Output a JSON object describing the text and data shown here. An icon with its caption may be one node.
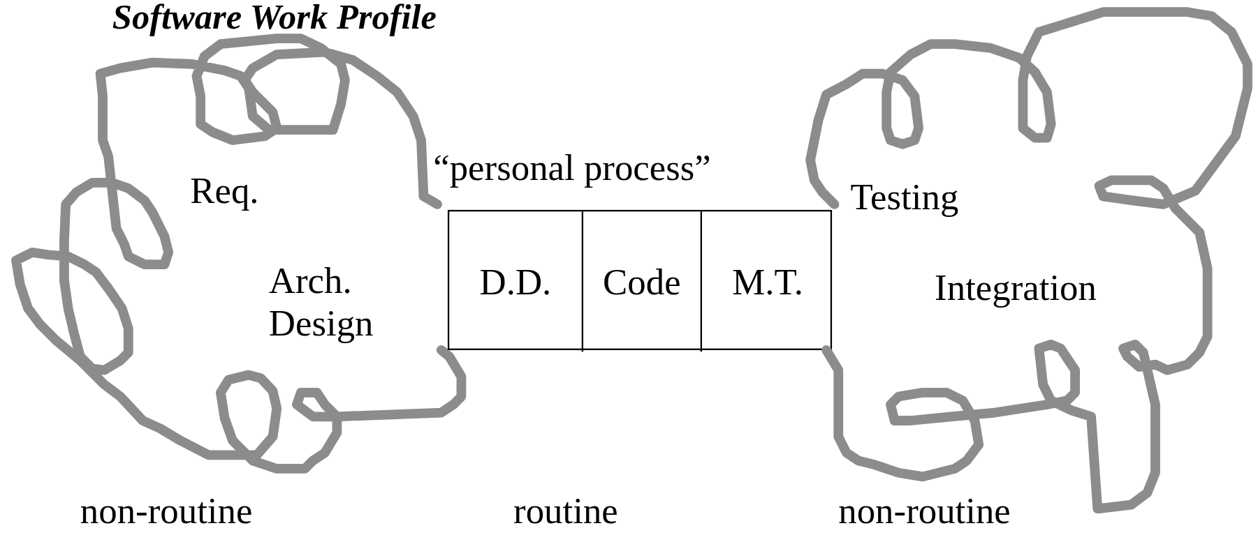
{
  "diagram": {
    "title": "Software Work Profile",
    "nodes": [
      {
        "text": [
          "Req.",
          "Arch. Design"
        ]
      },
      {
        "text": [
          "“personal process”"
        ]
      },
      {
        "text": [
          "D.D."
        ],
        "in": 1
      },
      {
        "text": [
          "Code"
        ],
        "in": 1
      },
      {
        "text": [
          "M.T."
        ],
        "in": 1
      },
      {
        "text": [
          "Testing",
          "Integration"
        ]
      }
    ],
    "edges": [],
    "labels": [
      "non-routine",
      "routine",
      "non-routine"
    ]
  }
}
